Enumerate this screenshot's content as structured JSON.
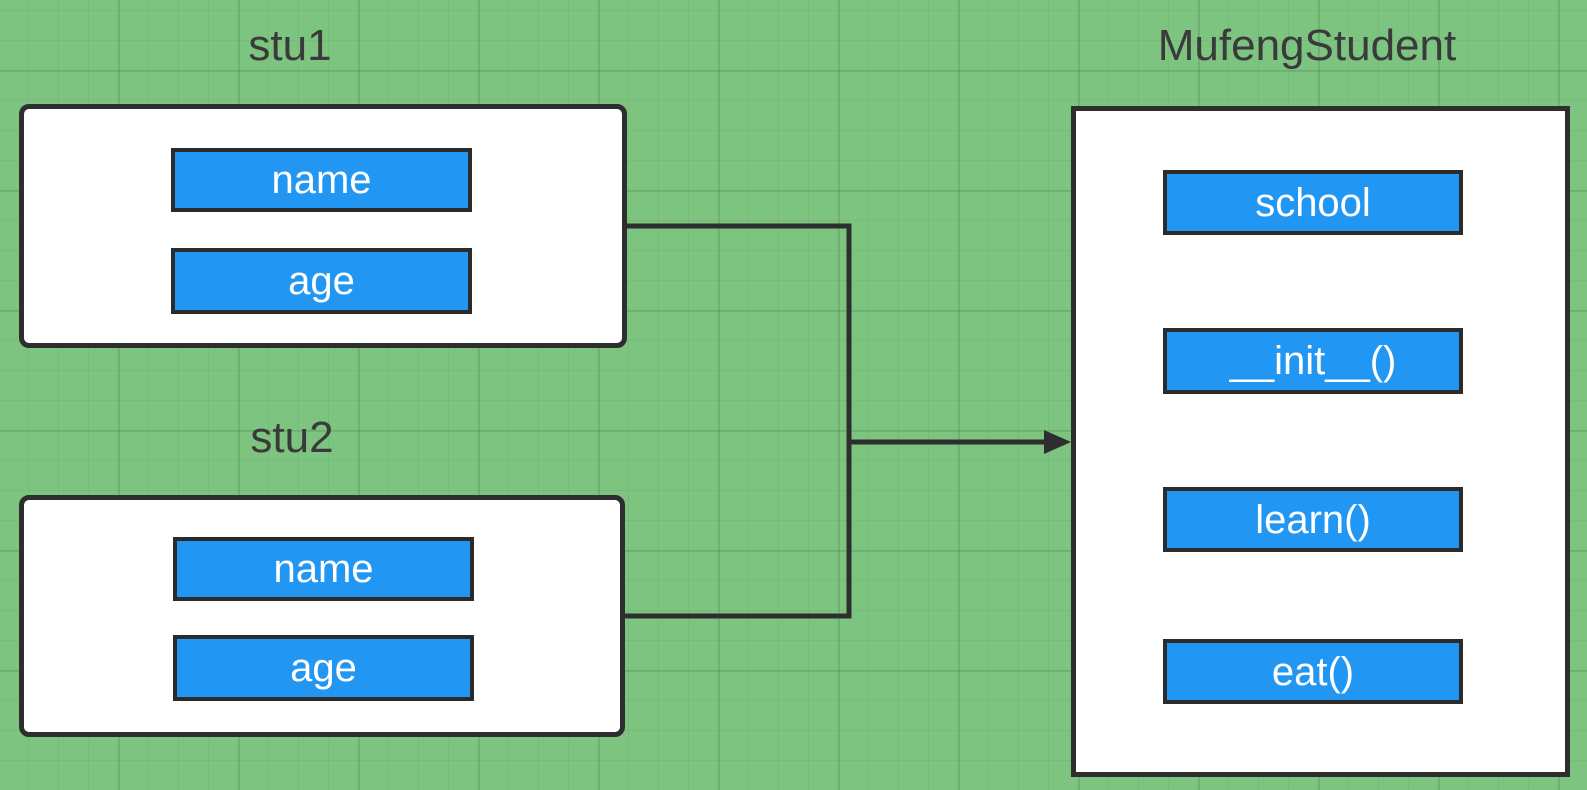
{
  "diagram": {
    "colors": {
      "background": "#7cc47f",
      "node_fill": "#2196f3",
      "node_text": "#ffffff",
      "box_fill": "#ffffff",
      "stroke": "#2e2e2e",
      "label_text": "#3a3a3a"
    },
    "instances": [
      {
        "label": "stu1",
        "attributes": [
          "name",
          "age"
        ]
      },
      {
        "label": "stu2",
        "attributes": [
          "name",
          "age"
        ]
      }
    ],
    "class_box": {
      "label": "MufengStudent",
      "members": [
        "school",
        "__init__()",
        "learn()",
        "eat()"
      ]
    },
    "connector": {
      "type": "arrow",
      "from": [
        "stu1",
        "stu2"
      ],
      "to": "MufengStudent"
    }
  }
}
